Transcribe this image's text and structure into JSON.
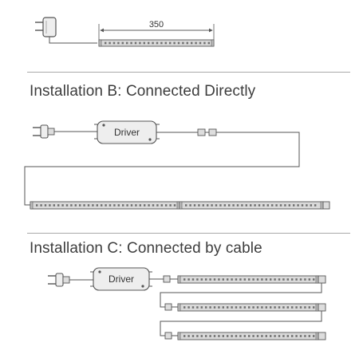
{
  "section_a": {
    "dimension_label": "350"
  },
  "section_b": {
    "heading": "Installation B: Connected Directly",
    "driver_label": "Driver"
  },
  "section_c": {
    "heading": "Installation C: Connected by cable",
    "driver_label": "Driver"
  },
  "colors": {
    "line": "#555555",
    "strip_fill": "#d9d9d9",
    "led": "#6f6f6f",
    "driver_fill": "#eeeeee",
    "divider": "#a9a9a9"
  }
}
